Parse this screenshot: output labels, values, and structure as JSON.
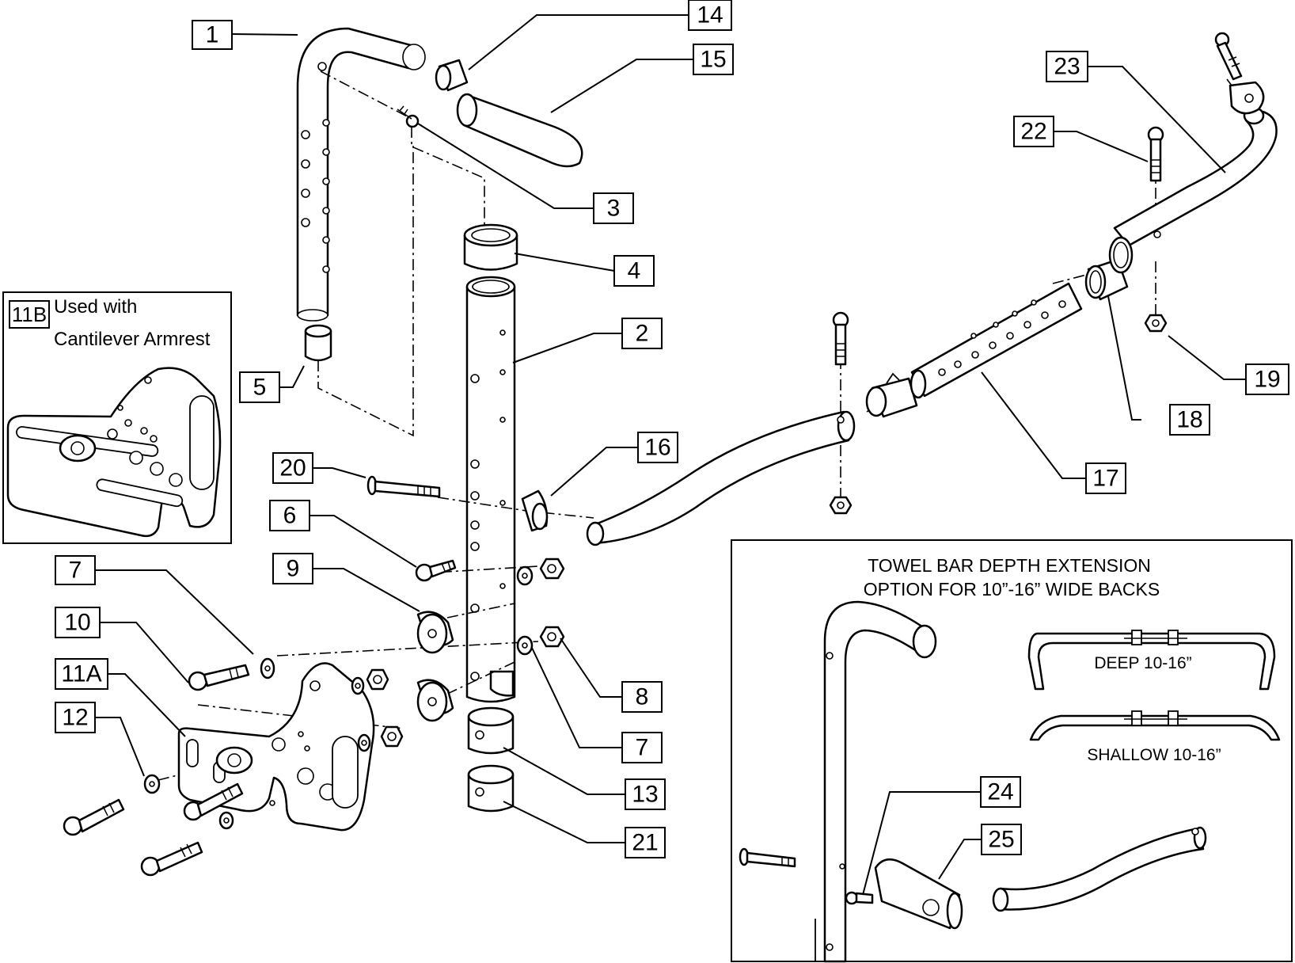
{
  "labels": [
    {
      "id": "1",
      "text": "1"
    },
    {
      "id": "2",
      "text": "2"
    },
    {
      "id": "3",
      "text": "3"
    },
    {
      "id": "4",
      "text": "4"
    },
    {
      "id": "5",
      "text": "5"
    },
    {
      "id": "6",
      "text": "6"
    },
    {
      "id": "7a",
      "text": "7"
    },
    {
      "id": "7b",
      "text": "7"
    },
    {
      "id": "8",
      "text": "8"
    },
    {
      "id": "9",
      "text": "9"
    },
    {
      "id": "10",
      "text": "10"
    },
    {
      "id": "11A",
      "text": "11A"
    },
    {
      "id": "11B",
      "text": "11B"
    },
    {
      "id": "12",
      "text": "12"
    },
    {
      "id": "13",
      "text": "13"
    },
    {
      "id": "14",
      "text": "14"
    },
    {
      "id": "15",
      "text": "15"
    },
    {
      "id": "16",
      "text": "16"
    },
    {
      "id": "17",
      "text": "17"
    },
    {
      "id": "18",
      "text": "18"
    },
    {
      "id": "19",
      "text": "19"
    },
    {
      "id": "20",
      "text": "20"
    },
    {
      "id": "21",
      "text": "21"
    },
    {
      "id": "22",
      "text": "22"
    },
    {
      "id": "23",
      "text": "23"
    },
    {
      "id": "24",
      "text": "24"
    },
    {
      "id": "25",
      "text": "25"
    }
  ],
  "inset_11b": {
    "line1": "Used with",
    "line2": "Cantilever Armrest"
  },
  "towel_bar_panel": {
    "title_line1": "TOWEL BAR DEPTH EXTENSION",
    "title_line2": "OPTION FOR 10”-16” WIDE BACKS",
    "deep_caption": "DEEP 10-16”",
    "shallow_caption": "SHALLOW 10-16”"
  }
}
